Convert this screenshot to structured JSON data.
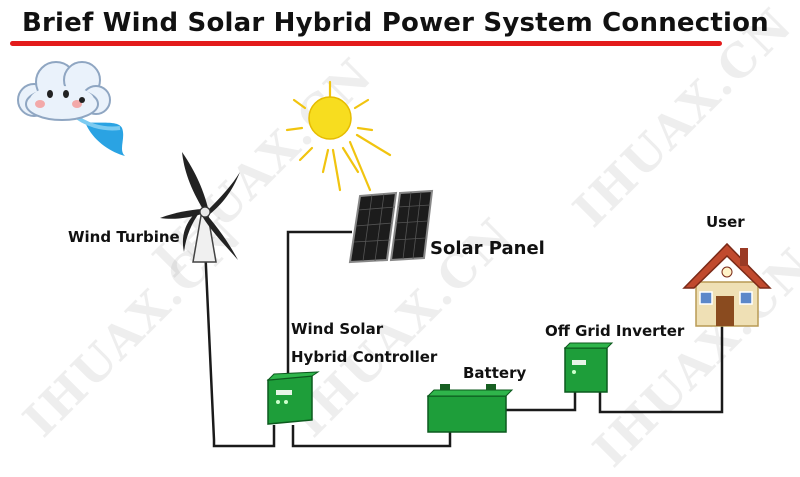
{
  "title": "Brief Wind Solar Hybrid Power System Connection",
  "labels": {
    "wind_turbine": "Wind Turbine",
    "solar_panel": "Solar Panel",
    "controller_line1": "Wind Solar",
    "controller_line2": "Hybrid Controller",
    "battery": "Battery",
    "inverter": "Off Grid Inverter",
    "user": "User"
  },
  "watermark": "IHUAX.CN",
  "colors": {
    "title_underline": "#e31b1b",
    "device_green": "#1e9e3a",
    "wire": "#1a1a1a",
    "sun": "#f5d000"
  }
}
